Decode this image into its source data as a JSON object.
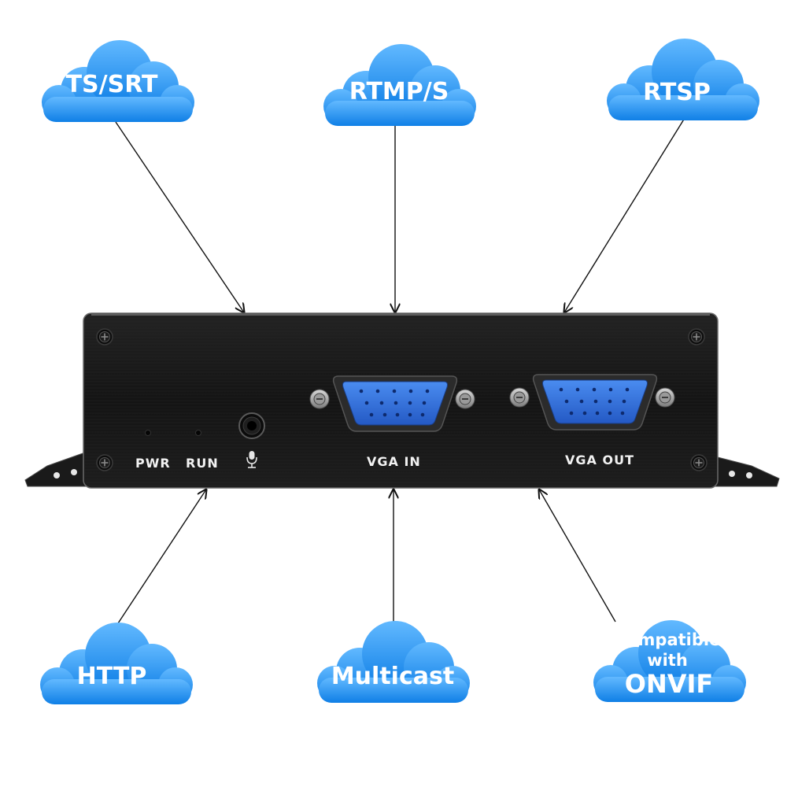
{
  "protocols_top": {
    "ts_srt": "TS/SRT",
    "rtmp_s": "RTMP/S",
    "rtsp": "RTSP"
  },
  "protocols_bottom": {
    "http": "HTTP",
    "multicast": "Multicast",
    "onvif_line1": "Compatible",
    "onvif_line2": "with",
    "onvif_line3": "ONVIF"
  },
  "device": {
    "pwr_label": "PWR",
    "run_label": "RUN",
    "vga_in_label": "VGA IN",
    "vga_out_label": "VGA OUT",
    "mic_icon": "microphone-icon"
  },
  "colors": {
    "cloud_blue": "#1e8ff0",
    "cloud_light": "#6cc0ff",
    "panel_black": "#161616",
    "vga_blue": "#2f6fd8"
  }
}
